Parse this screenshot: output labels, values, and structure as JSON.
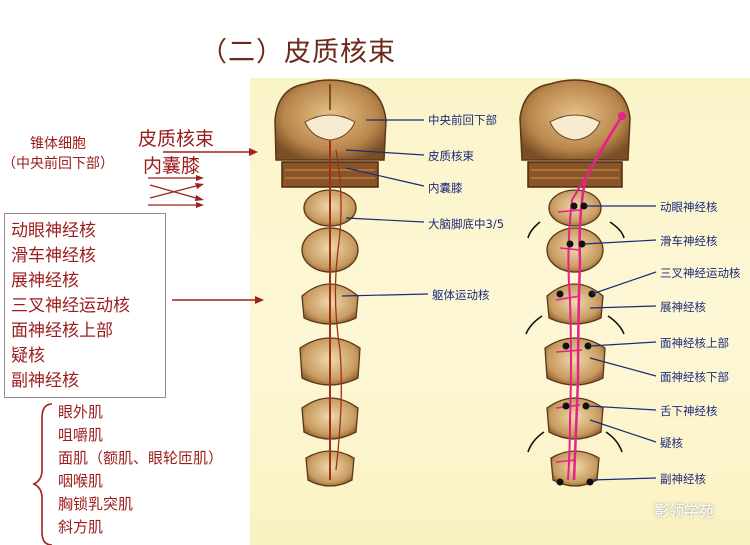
{
  "title": "（二）皮质核束",
  "left": {
    "origin_line1": "锥体细胞",
    "origin_line2": "（中央前回下部）",
    "tract": "皮质核束",
    "capsule": "内囊膝"
  },
  "nuclei_box": [
    "动眼神经核",
    "滑车神经核",
    "展神经核",
    "三叉神经运动核",
    "面神经核上部",
    "疑核",
    "副神经核"
  ],
  "muscles": [
    "眼外肌",
    "咀嚼肌",
    "面肌（额肌、眼轮匝肌）",
    "咽喉肌",
    "胸锁乳突肌",
    "斜方肌"
  ],
  "middle_labels": [
    "中央前回下部",
    "皮质核束",
    "内囊膝",
    "大脑脚底中3/5",
    "躯体运动核"
  ],
  "right_labels": [
    "动眼神经核",
    "滑车神经核",
    "三叉神经运动核",
    "展神经核",
    "面神经核上部",
    "面神经核下部",
    "舌下神经核",
    "疑核",
    "副神经核"
  ],
  "watermark": "影领学苑"
}
